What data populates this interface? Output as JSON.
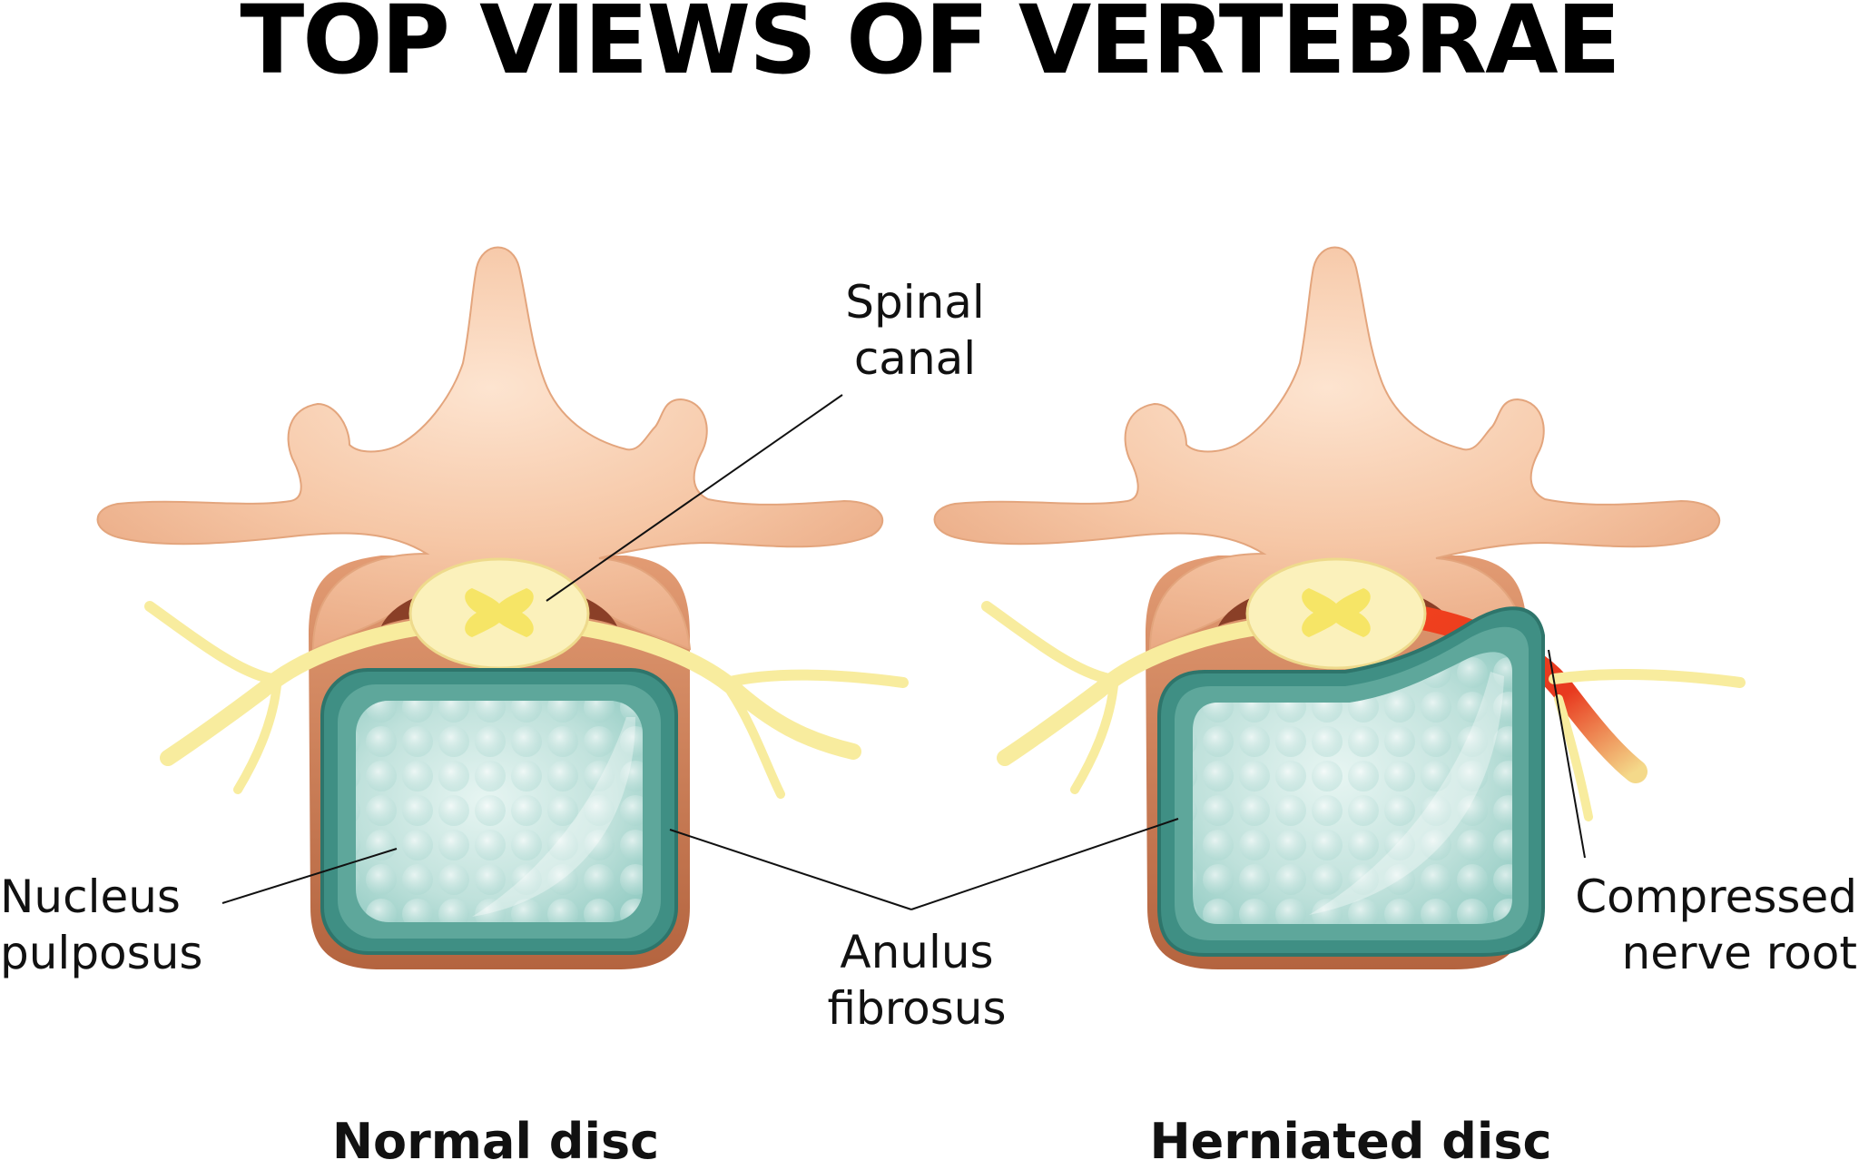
{
  "title": "TOP VIEWS OF VERTEBRAE",
  "labels": {
    "spinal_canal": [
      "Spinal",
      "canal"
    ],
    "nucleus_pulposus": [
      "Nucleus",
      "pulposus"
    ],
    "anulus_fibrosus": [
      "Anulus",
      "fibrosus"
    ],
    "compressed_nerve_root": [
      "Compressed",
      "nerve root"
    ]
  },
  "captions": {
    "normal": "Normal disc",
    "herniated": "Herniated disc"
  },
  "colors": {
    "bone": "#f0b48e",
    "bone_light": "#fde3cf",
    "canal_rim": "#a85a3c",
    "cord": "#fbf1bb",
    "grey_matter": "#f6e566",
    "nerve": "#f8ec9e",
    "anulus": "#3f8f84",
    "nucleus": "#bfe2dc",
    "inflamed_nerve": "#e8361e"
  }
}
